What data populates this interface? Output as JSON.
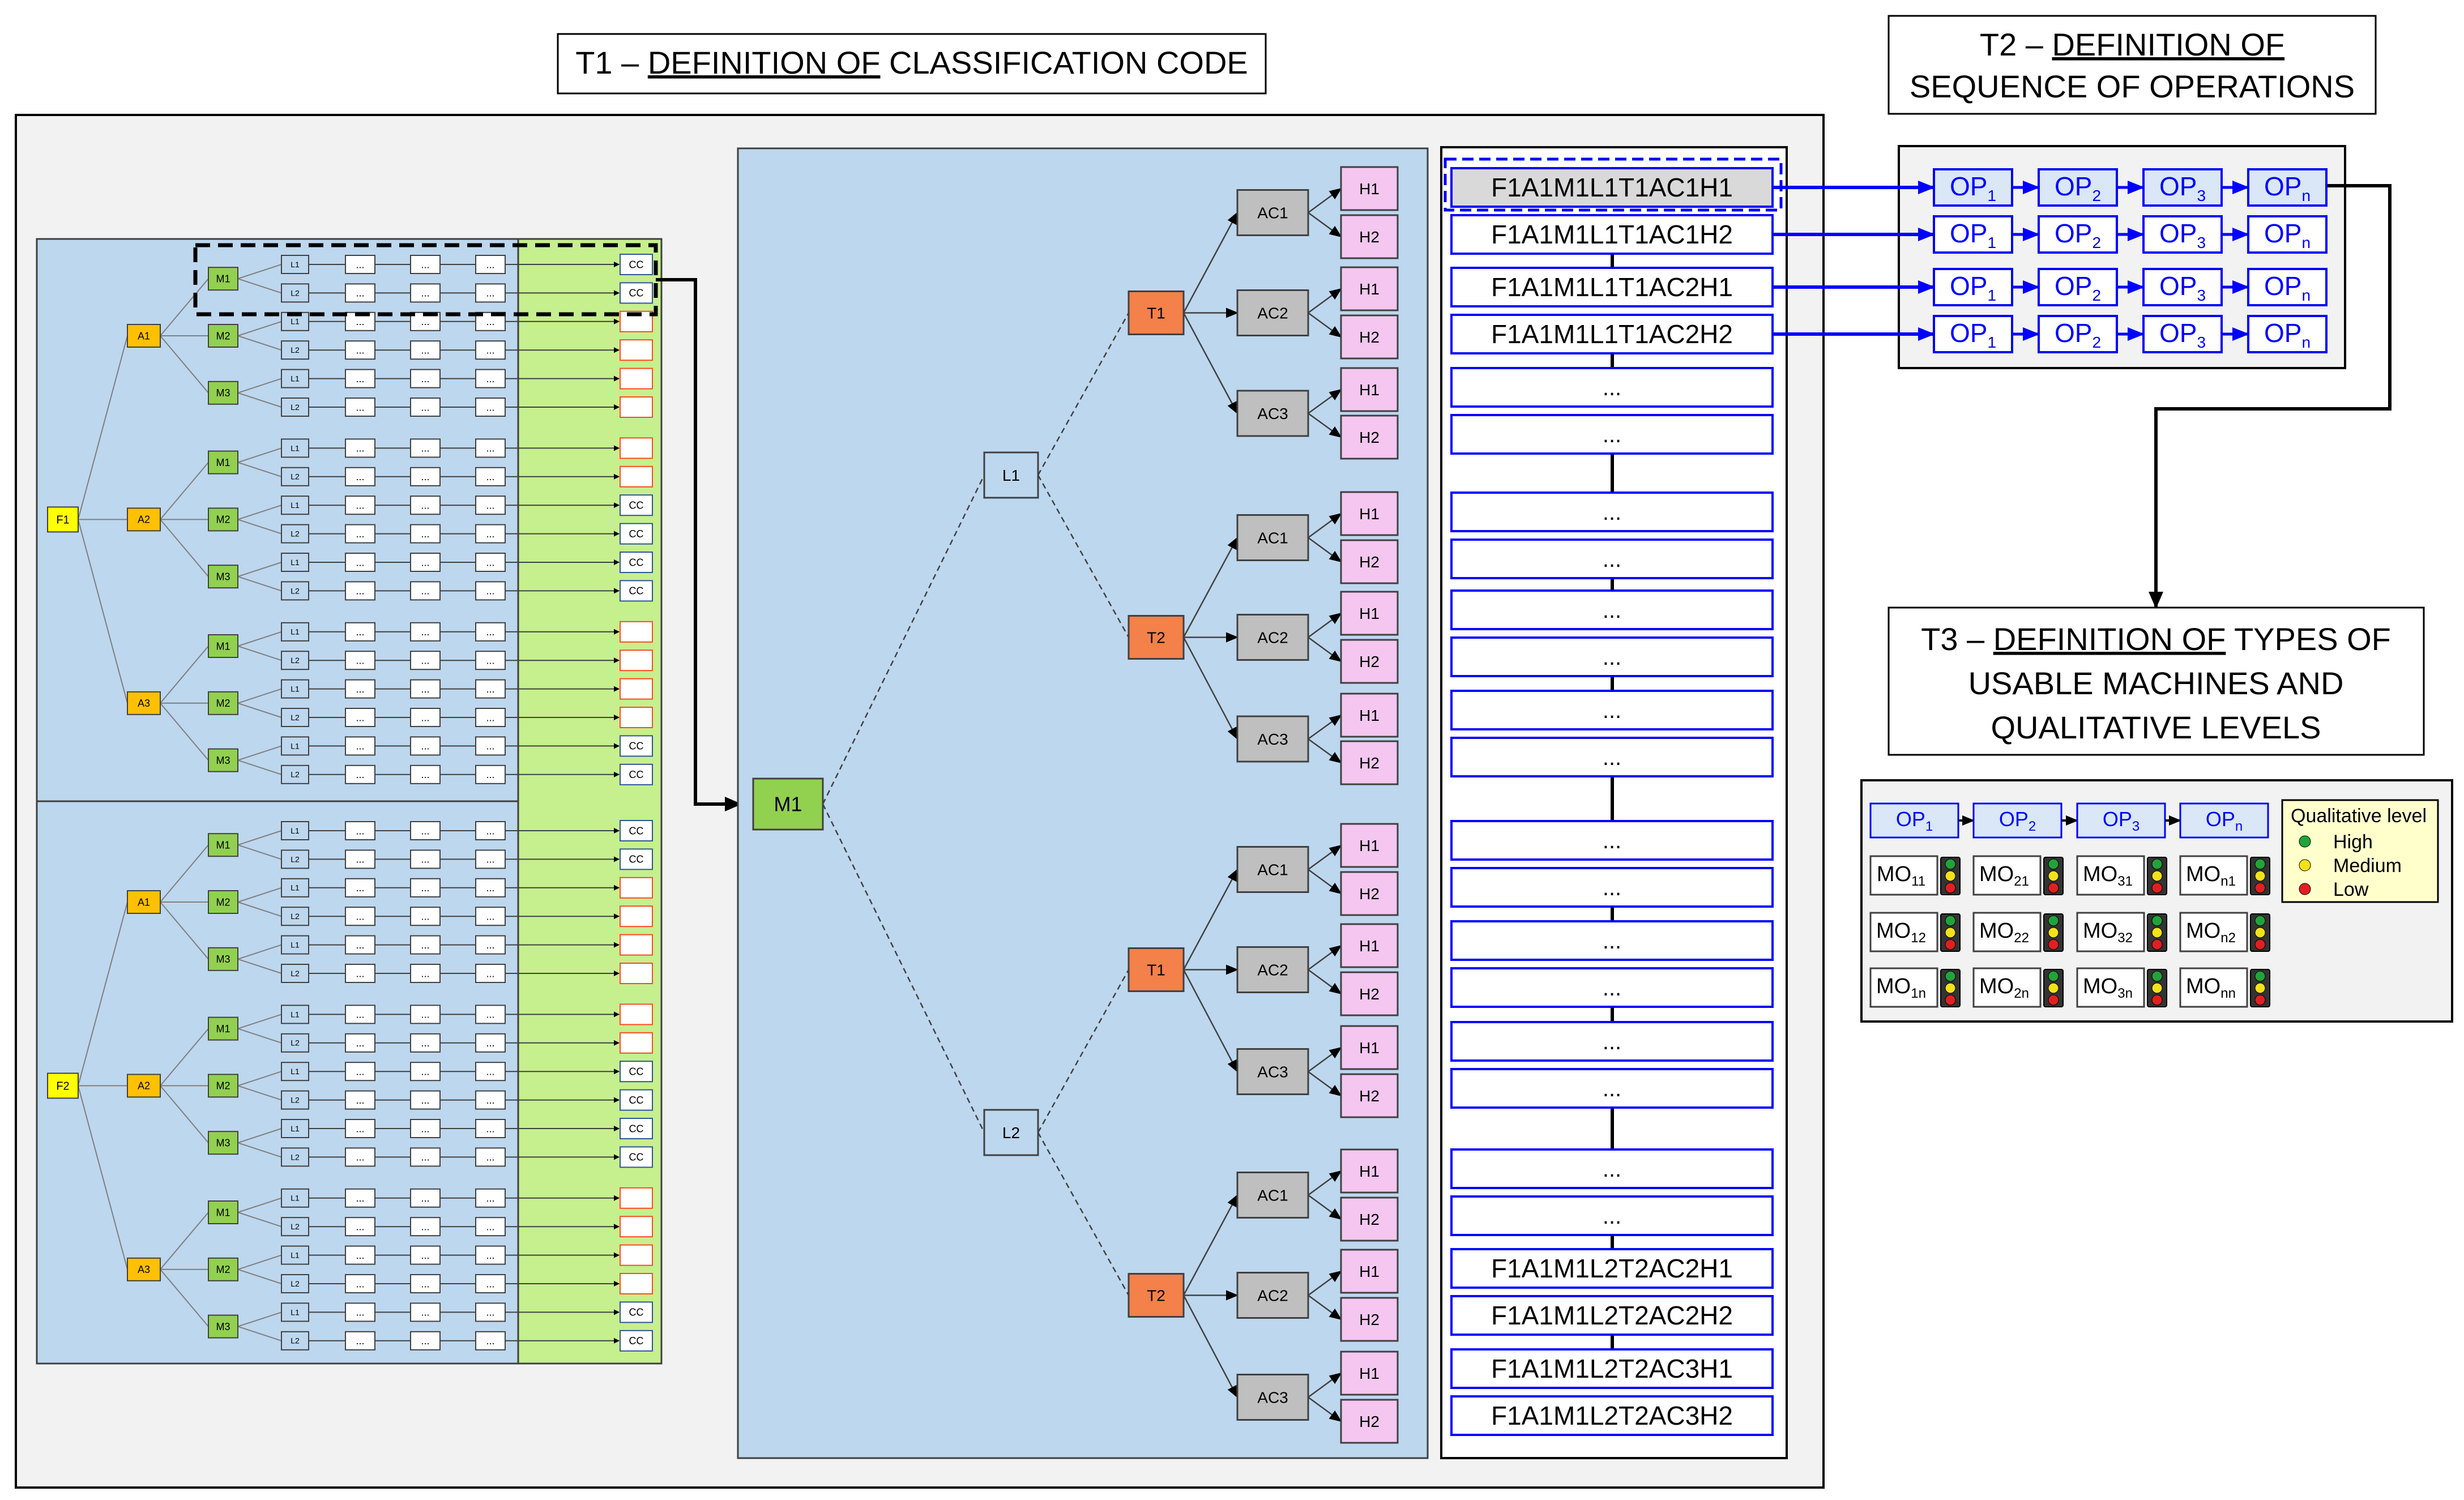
{
  "titles": {
    "t1": {
      "prefix": "T1 – ",
      "underline": "DEFINITION OF",
      "rest": " CLASSIFICATION CODE"
    },
    "t2": {
      "line1_prefix": "T2 – ",
      "line1_underline": "DEFINITION OF",
      "line2": "SEQUENCE OF OPERATIONS"
    },
    "t3": {
      "line1_prefix": "T3 – ",
      "line1_underline": "DEFINITION OF",
      "line1_rest": " TYPES OF",
      "line2": "USABLE MACHINES AND",
      "line3": "QUALITATIVE LEVELS"
    }
  },
  "overview_tree": {
    "families": [
      "F1",
      "F2"
    ],
    "areas": [
      "A1",
      "A2",
      "A3"
    ],
    "materials": [
      "M1",
      "M2",
      "M3"
    ],
    "levels": [
      "L1",
      "L2"
    ],
    "ellipsis": "...",
    "code_label": "CC",
    "cc_pattern_f1": [
      1,
      1,
      0,
      0,
      0,
      0,
      0,
      0,
      1,
      1,
      1,
      1,
      0,
      0,
      0,
      0,
      1,
      1
    ],
    "cc_pattern_f2": [
      1,
      1,
      0,
      0,
      0,
      0,
      0,
      0,
      1,
      1,
      1,
      1,
      0,
      0,
      0,
      0,
      1,
      1
    ]
  },
  "detail_tree": {
    "root": "M1",
    "levels": [
      "L1",
      "L2"
    ],
    "types": [
      "T1",
      "T2"
    ],
    "accuracy_classes": [
      "AC1",
      "AC2",
      "AC3"
    ],
    "heights": [
      "H1",
      "H2"
    ]
  },
  "code_list": {
    "top": [
      "F1A1M1L1T1AC1H1",
      "F1A1M1L1T1AC1H2",
      "F1A1M1L1T1AC2H1",
      "F1A1M1L1T1AC2H2"
    ],
    "bottom": [
      "F1A1M1L2T2AC2H1",
      "F1A1M1L2T2AC2H2",
      "F1A1M1L2T2AC3H1",
      "F1A1M1L2T2AC3H2"
    ],
    "ellipsis": "..."
  },
  "operations": {
    "prefix": "OP",
    "subscripts": [
      "1",
      "2",
      "3",
      "n"
    ]
  },
  "machines": {
    "prefix": "MO",
    "rows": [
      [
        "11",
        "21",
        "31",
        "n1"
      ],
      [
        "12",
        "22",
        "32",
        "n2"
      ],
      [
        "1n",
        "2n",
        "3n",
        "nn"
      ]
    ]
  },
  "legend": {
    "title": "Qualitative level",
    "items": [
      {
        "label": "High",
        "color": "#22a33a"
      },
      {
        "label": "Medium",
        "color": "#f2e21a"
      },
      {
        "label": "Low",
        "color": "#e02020"
      }
    ]
  },
  "colors": {
    "panel_gray": "#f2f2f2",
    "tree_blue": "#bdd7ee",
    "code_green": "#c6ef8e",
    "family_yellow": "#ffff00",
    "area_orange": "#ffc000",
    "material_green": "#92d050",
    "type_orange": "#f4804a",
    "ac_gray": "#bfbfbf",
    "height_pink": "#f4c6f0",
    "op_blue": "#0000ff"
  }
}
